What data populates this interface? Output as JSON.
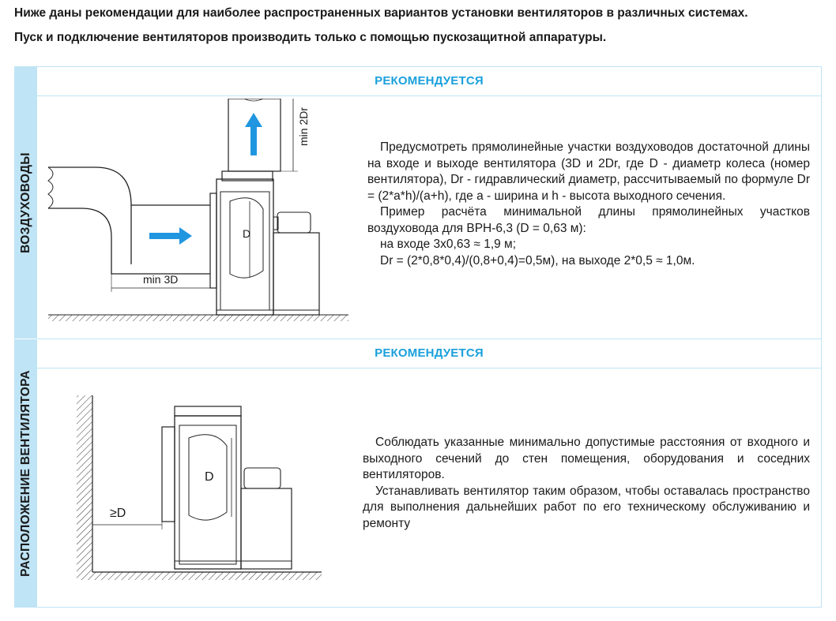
{
  "intro": {
    "line1": "Ниже даны рекомендации для наиболее распространенных вариантов установки вентиляторов в различных системах.",
    "line2": "Пуск и подключение вентиляторов производить только с помощью пускозащитной аппаратуры."
  },
  "section1": {
    "side_label": "ВОЗДУХОВОДЫ",
    "header": "РЕКОМЕНДУЕТСЯ",
    "para1": "Предусмотреть прямолинейные участки воздуховодов достаточной длины на входе и выходе вентилятора (3D и 2Dr, где D - диаметр колеса (номер вентилятора), Dr - гидравлический диаметр, рассчитываемый по формуле Dr = (2*a*h)/(a+h), где a - ширина и h - высота выходного сечения.",
    "para2": "Пример расчёта минимальной длины прямолинейных участков воздуховода для ВРН-6,3 (D = 0,63 м):",
    "para3": "на входе 3х0,63 ≈ 1,9 м;",
    "para4": "Dr = (2*0,8*0,4)/(0,8+0,4)=0,5м), на выходе 2*0,5 ≈ 1,0м.",
    "diagram": {
      "min_2dr": "min 2Dr",
      "min_3d": "min 3D",
      "d": "D"
    }
  },
  "section2": {
    "side_label": "РАСПОЛОЖЕНИЕ ВЕНТИЛЯТОРА",
    "header": "РЕКОМЕНДУЕТСЯ",
    "para1": "Соблюдать указанные минимально допустимые расстояния от входного и выходного сечений до стен помещения, оборудования и соседних вентиляторов.",
    "para2": "Устанавливать вентилятор таким образом, чтобы оставалась пространство для выполнения дальнейших работ по его техническому обслуживанию и ремонту",
    "diagram": {
      "ge_d": "≥D",
      "d": "D"
    }
  },
  "colors": {
    "accent": "#1aa0dc",
    "panel": "#bfe4f5",
    "arrow": "#2196e0"
  }
}
